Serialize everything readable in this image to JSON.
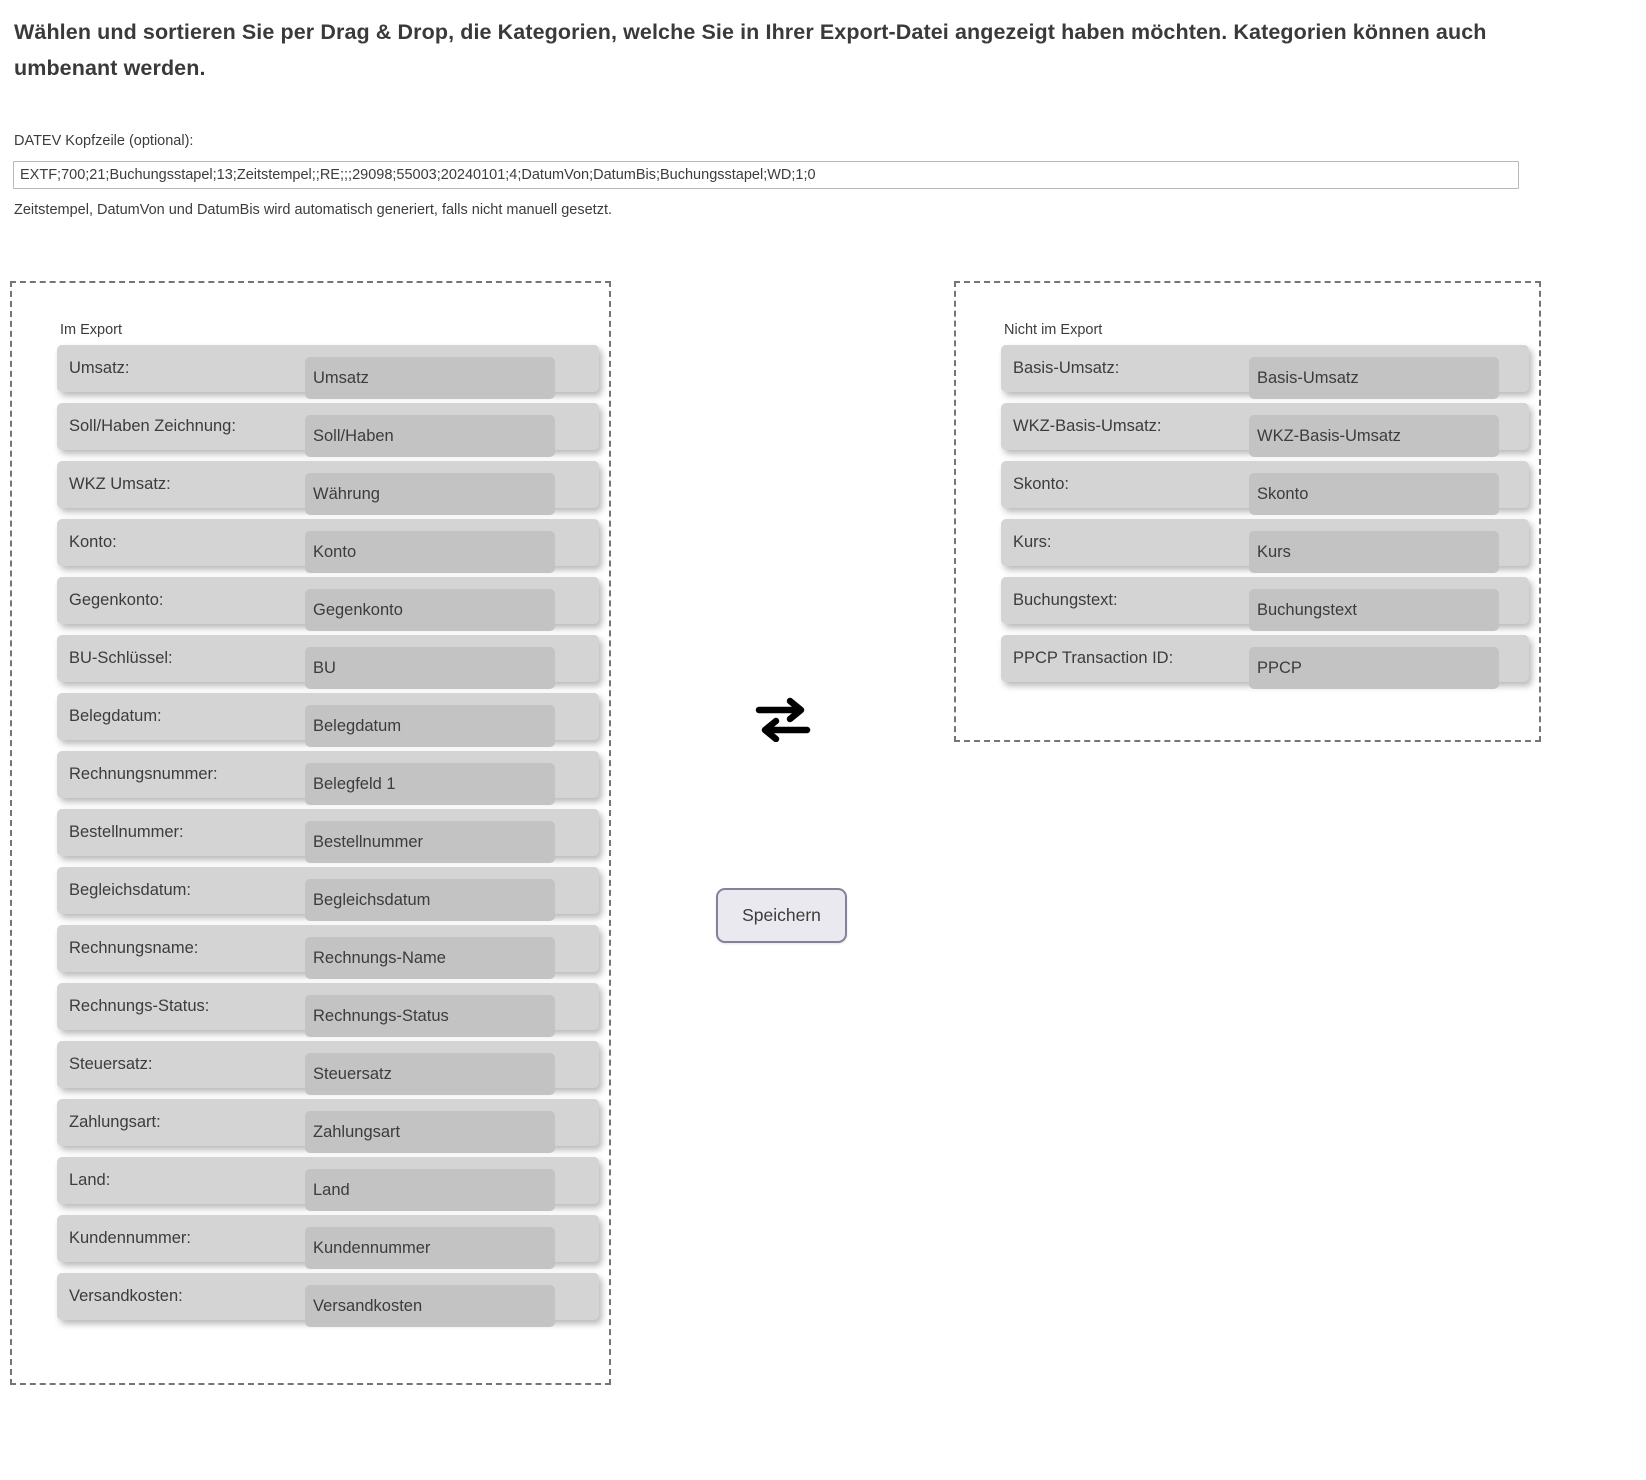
{
  "heading": "Wählen und sortieren Sie per Drag & Drop, die Kategorien, welche Sie in Ihrer Export-Datei angezeigt haben möchten. Kategorien können auch umbenant werden.",
  "datev": {
    "label": "DATEV Kopfzeile (optional):",
    "value": "EXTF;700;21;Buchungsstapel;13;Zeitstempel;;RE;;;29098;55003;20240101;4;DatumVon;DatumBis;Buchungsstapel;WD;1;0",
    "placeholder": "",
    "hint": "Zeitstempel, DatumVon und DatumBis wird automatisch generiert, falls nicht manuell gesetzt."
  },
  "zones": {
    "included": {
      "title": "Im Export",
      "items": [
        {
          "label": "Umsatz:",
          "value": "Umsatz"
        },
        {
          "label": "Soll/Haben Zeichnung:",
          "value": "Soll/Haben"
        },
        {
          "label": "WKZ Umsatz:",
          "value": "Währung"
        },
        {
          "label": "Konto:",
          "value": "Konto"
        },
        {
          "label": "Gegenkonto:",
          "value": "Gegenkonto"
        },
        {
          "label": "BU-Schlüssel:",
          "value": "BU"
        },
        {
          "label": "Belegdatum:",
          "value": "Belegdatum"
        },
        {
          "label": "Rechnungsnummer:",
          "value": "Belegfeld 1"
        },
        {
          "label": "Bestellnummer:",
          "value": "Bestellnummer"
        },
        {
          "label": "Begleichsdatum:",
          "value": "Begleichsdatum"
        },
        {
          "label": "Rechnungsname:",
          "value": "Rechnungs-Name"
        },
        {
          "label": "Rechnungs-Status:",
          "value": "Rechnungs-Status"
        },
        {
          "label": "Steuersatz:",
          "value": "Steuersatz"
        },
        {
          "label": "Zahlungsart:",
          "value": "Zahlungsart"
        },
        {
          "label": "Land:",
          "value": "Land"
        },
        {
          "label": "Kundennummer:",
          "value": "Kundennummer"
        },
        {
          "label": "Versandkosten:",
          "value": "Versandkosten"
        }
      ]
    },
    "excluded": {
      "title": "Nicht im Export",
      "items": [
        {
          "label": "Basis-Umsatz:",
          "value": "Basis-Umsatz"
        },
        {
          "label": "WKZ-Basis-Umsatz:",
          "value": "WKZ-Basis-Umsatz"
        },
        {
          "label": "Skonto:",
          "value": "Skonto"
        },
        {
          "label": "Kurs:",
          "value": "Kurs"
        },
        {
          "label": "Buchungstext:",
          "value": "Buchungstext"
        },
        {
          "label": "PPCP Transaction ID:",
          "value": "PPCP"
        }
      ]
    }
  },
  "swap": {
    "icon": "swap-horizontal-icon"
  },
  "save": {
    "label": "Speichern"
  },
  "colors": {
    "item_background": "#d4d4d4",
    "item_value_background": "#c3c3c3",
    "dropzone_border": "#757575",
    "save_button_border": "#82829a",
    "save_button_background": "#e9e9ef",
    "text": "#3c3c3c"
  }
}
